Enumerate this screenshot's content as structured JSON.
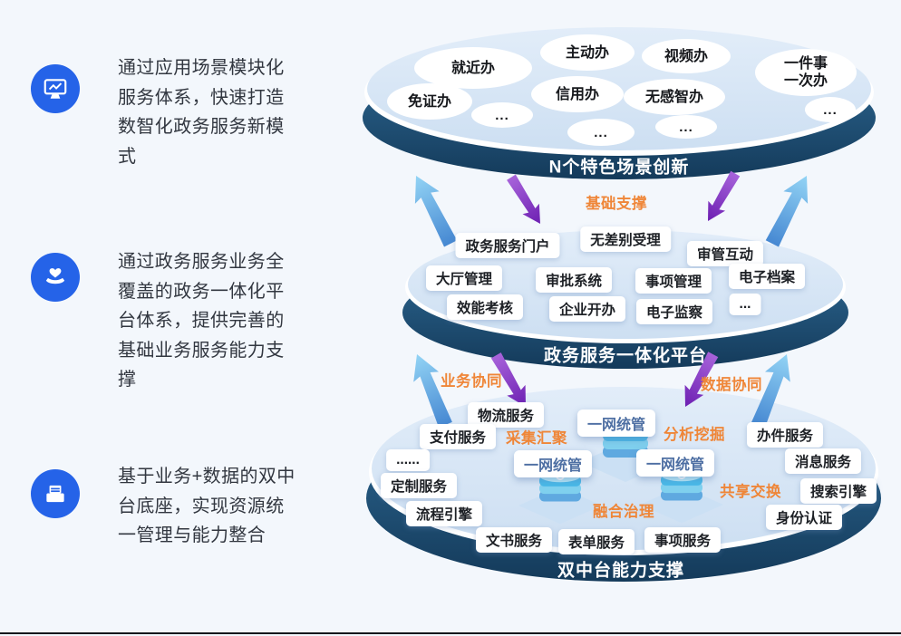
{
  "left_panel": {
    "items": [
      {
        "icon": "monitor-chart-icon",
        "text": "通过应用场景模块化服务体系，快速打造数智化政务服务新模式"
      },
      {
        "icon": "hands-heart-icon",
        "text": "通过政务服务业务全覆盖的政务一体化平台体系，提供完善的基础业务服务能力支撑"
      },
      {
        "icon": "printer-icon",
        "text": "基于业务+数据的双中台底座，实现资源统一管理与能力整合"
      }
    ]
  },
  "diagram": {
    "top_layer": {
      "label": "N个特色场景创新",
      "bubbles": [
        "就近办",
        "主动办",
        "视频办",
        "一件事\n一次办",
        "免证办",
        "信用办",
        "无感智办",
        "...",
        "...",
        "...",
        "..."
      ]
    },
    "middle_layer": {
      "label": "政务服务一体化平台",
      "items": [
        "政务服务门户",
        "无差别受理",
        "审管互动",
        "大厅管理",
        "审批系统",
        "事项管理",
        "电子档案",
        "效能考核",
        "企业开办",
        "电子监察",
        "..."
      ]
    },
    "bottom_layer": {
      "label": "双中台能力支撑",
      "platform_nodes": [
        "一网统管",
        "一网统管",
        "一网统管"
      ],
      "process_labels": [
        "采集汇聚",
        "分析挖掘",
        "共享交换",
        "融合治理"
      ],
      "items": [
        "物流服务",
        "支付服务",
        "......",
        "定制服务",
        "流程引擎",
        "文书服务",
        "表单服务",
        "事项服务",
        "办件服务",
        "消息服务",
        "搜索引擎",
        "身份认证"
      ]
    },
    "flow_labels": {
      "top": "基础支撑",
      "left": "业务协同",
      "right": "数据协同"
    },
    "colors": {
      "background": "#f3f7fc",
      "accent_blue": "#2563e8",
      "disk_light": "#d8e5f5",
      "disk_rim_dark": "#1d4f76",
      "orange_label": "#ef8638",
      "platform_text": "#4e6fa3",
      "arrow_blue": "#4688d2",
      "arrow_purple": "#6d1fb2"
    }
  }
}
